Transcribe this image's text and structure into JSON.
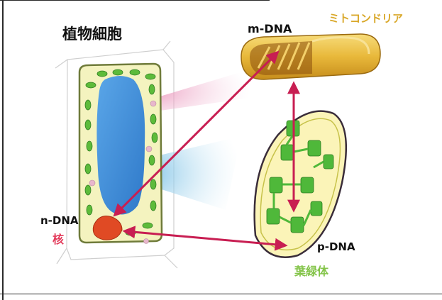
{
  "labels": {
    "title": "植物細胞",
    "m_dna": "m-DNA",
    "mitochondria": "ミトコンドリア",
    "n_dna": "n-DNA",
    "nucleus": "核",
    "p_dna": "p-DNA",
    "chloroplast": "葉緑体"
  },
  "colors": {
    "arrow": "#c81e52",
    "vacuole": "#3f8fdb",
    "nucleus": "#e04a24",
    "chloroplast_green": "#4fb83a",
    "mitochondria_gold": "#d9a82a",
    "cell_fill": "#f4f3bf"
  }
}
